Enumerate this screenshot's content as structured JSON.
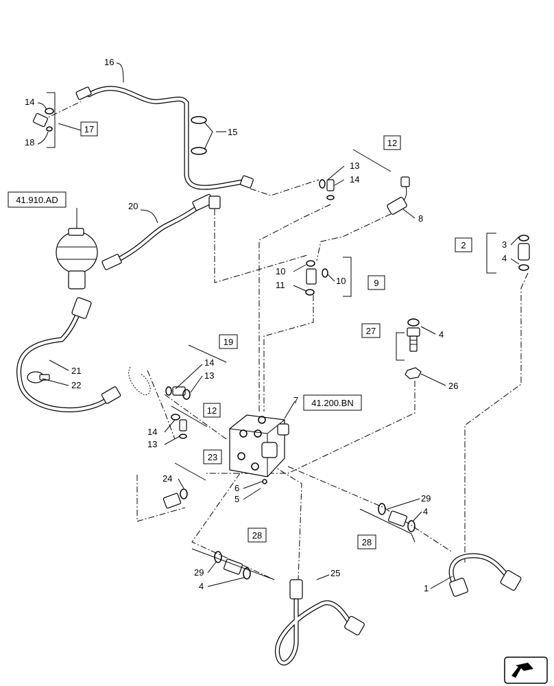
{
  "callouts": {
    "c1": "1",
    "c2": "2",
    "c3": "3",
    "c4a": "4",
    "c4b": "4",
    "c4c": "4",
    "c4d": "4",
    "c5": "5",
    "c6": "6",
    "c7": "7",
    "c8": "8",
    "c9": "9",
    "c10a": "10",
    "c10b": "10",
    "c11": "11",
    "c12a": "12",
    "c12b": "12",
    "c13a": "13",
    "c13b": "13",
    "c13c": "13",
    "c14a": "14",
    "c14b": "14",
    "c14c": "14",
    "c14d": "14",
    "c15": "15",
    "c16": "16",
    "c17": "17",
    "c18": "18",
    "c19": "19",
    "c20": "20",
    "c21": "21",
    "c22": "22",
    "c23": "23",
    "c24": "24",
    "c25": "25",
    "c26": "26",
    "c27": "27",
    "c28a": "28",
    "c28b": "28",
    "c29a": "29",
    "c29b": "29"
  },
  "references": {
    "ref1": "41.910.AD",
    "ref2": "41.200.BN"
  },
  "icons": {
    "corner": "arrow-icon"
  }
}
